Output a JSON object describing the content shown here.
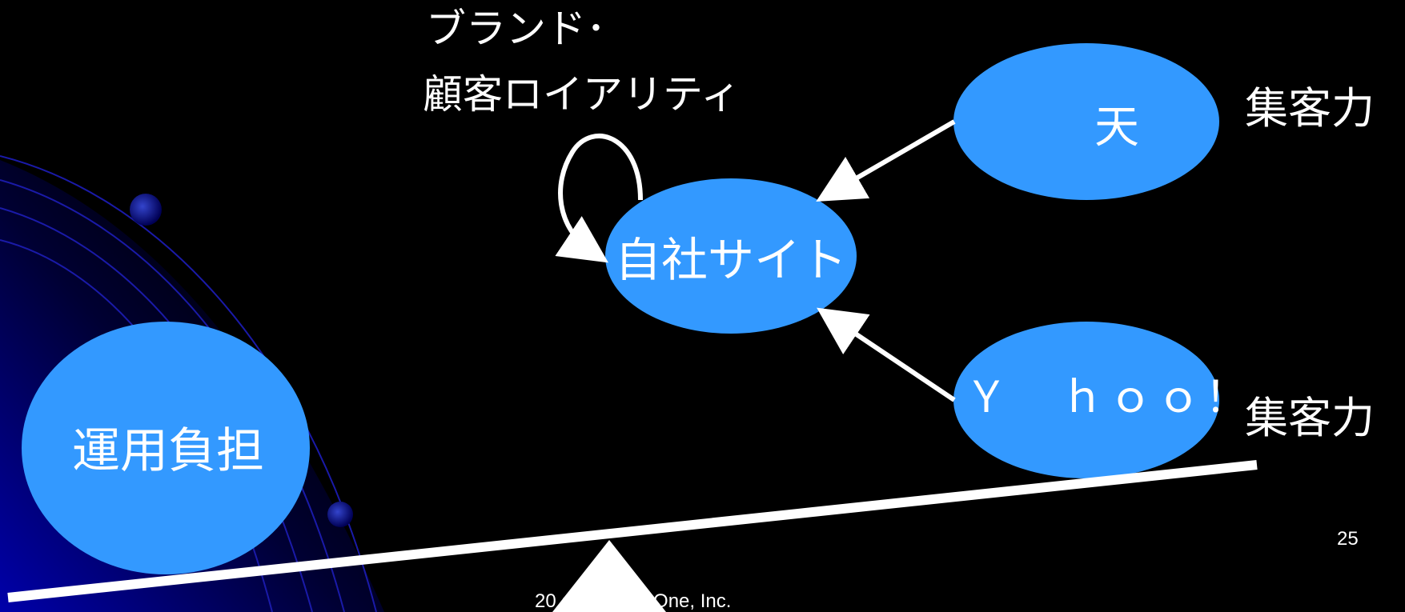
{
  "slide": {
    "brand_label_line1": "ブランド･",
    "brand_label_line2": "顧客ロイアリティ",
    "self_site": "自社サイト",
    "rakuten": "天",
    "yahoo": "Ｙ　ｈｏｏ！",
    "operation_load": "運用負担",
    "draw_power_top": "集客力",
    "draw_power_bottom": "集客力",
    "page_number": "25",
    "footer": "20 ght(C) EC-One, Inc."
  },
  "colors": {
    "background": "#000000",
    "node_fill": "#3399ff",
    "arrow": "#ffffff",
    "decor_gradient": "#0000aa"
  }
}
